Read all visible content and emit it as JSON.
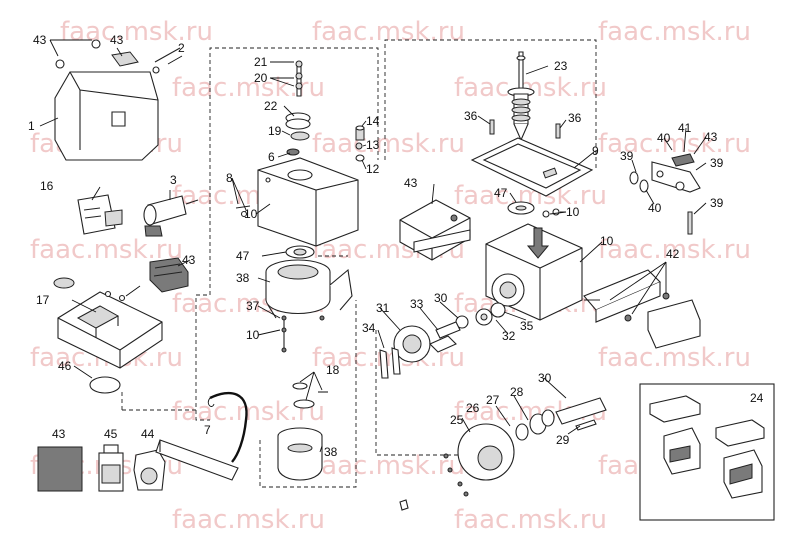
{
  "watermark": "faac.msk.ru",
  "callouts": [
    "43",
    "43",
    "2",
    "1",
    "21",
    "20",
    "22",
    "19",
    "6",
    "14",
    "13",
    "12",
    "8",
    "10",
    "47",
    "38",
    "37",
    "10",
    "23",
    "36",
    "36",
    "9",
    "40",
    "41",
    "43",
    "39",
    "39",
    "40",
    "39",
    "16",
    "3",
    "43",
    "47",
    "10",
    "43",
    "17",
    "46",
    "31",
    "33",
    "30",
    "34",
    "32",
    "35",
    "10",
    "42",
    "18",
    "38",
    "43",
    "45",
    "44",
    "7",
    "30",
    "28",
    "27",
    "26",
    "25",
    "29",
    "24"
  ],
  "colors": {
    "watermark": "#f1c9c9",
    "line": "#222222",
    "arrow": "#111111"
  }
}
